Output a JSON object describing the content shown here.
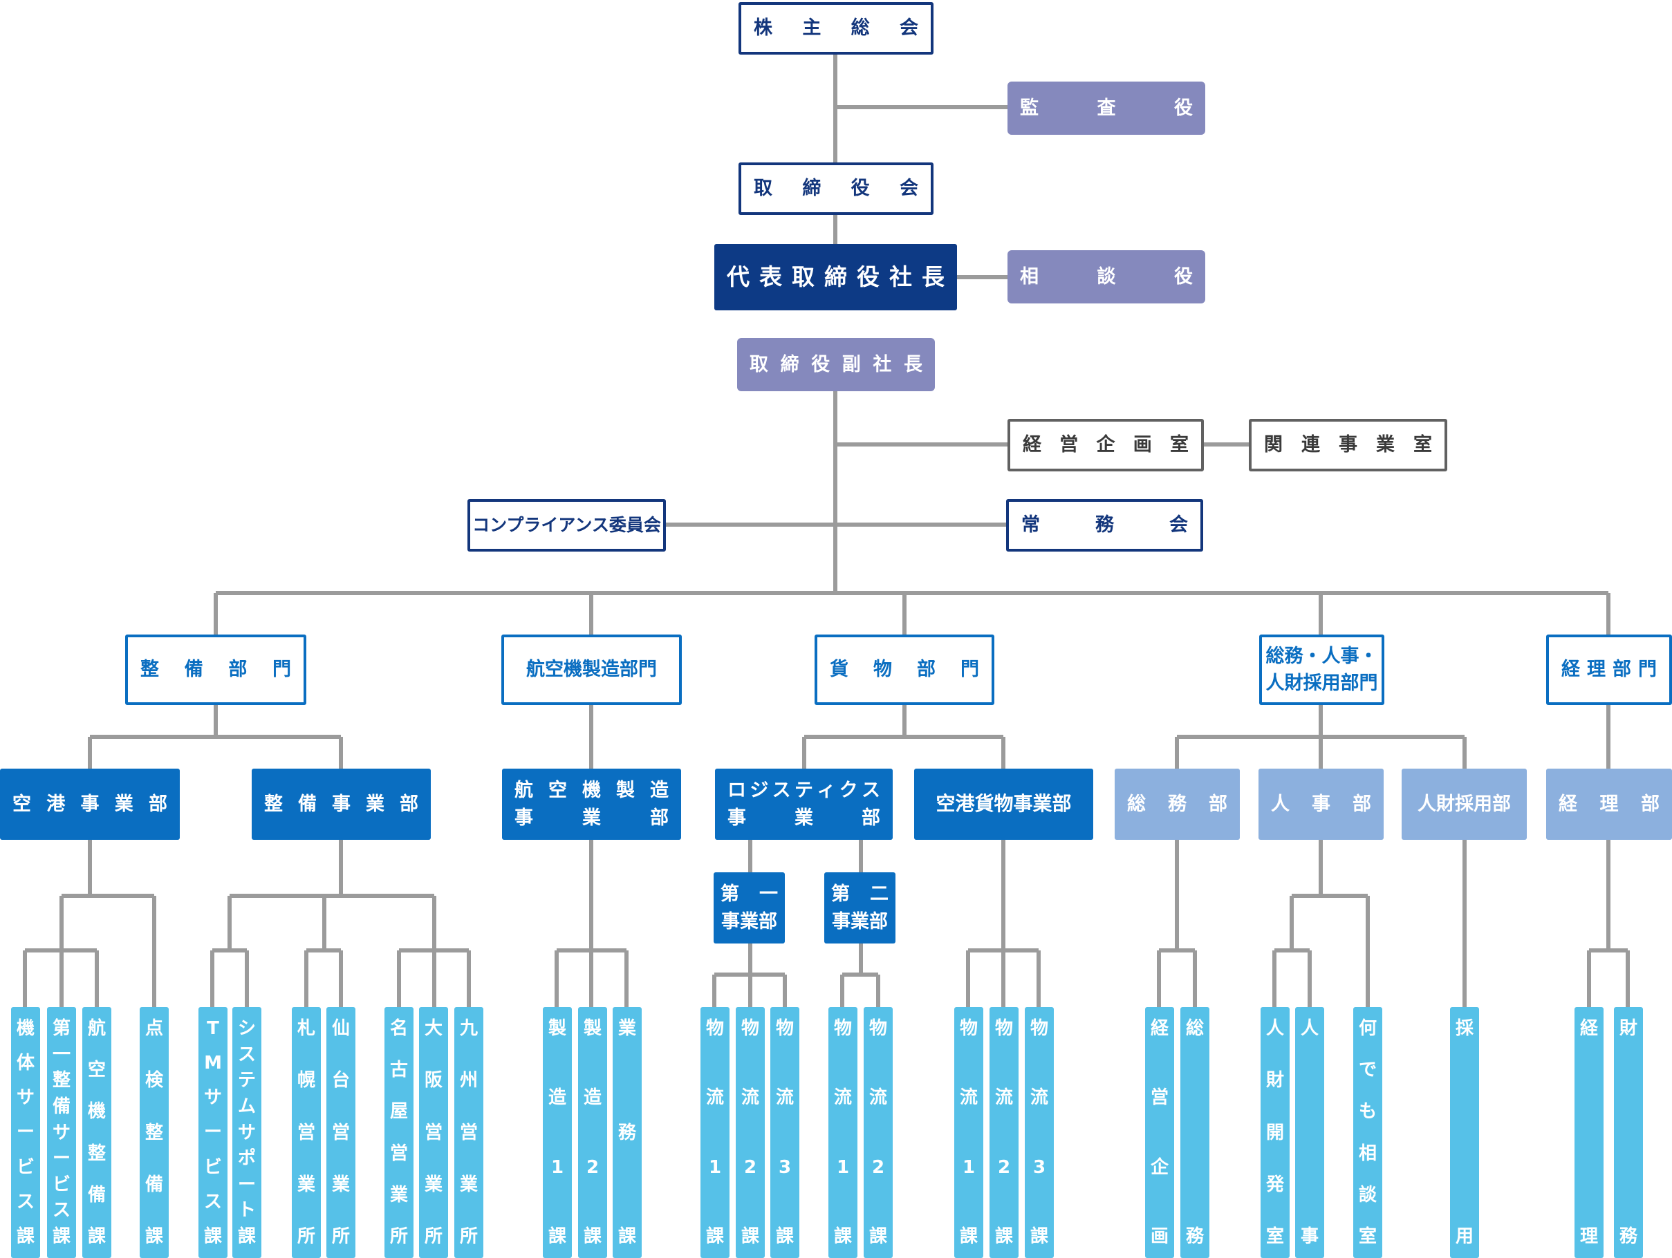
{
  "top": [
    {
      "id": "kabunushi",
      "label": "株主総会",
      "style": "o-navy",
      "chars": "株主総会"
    },
    {
      "id": "kansayaku",
      "label": "監査役",
      "style": "f-lav",
      "chars": "監査役"
    },
    {
      "id": "torishimariyakukai",
      "label": "取締役会",
      "style": "o-navy",
      "chars": "取締役会"
    },
    {
      "id": "shacho",
      "label": "代表取締役社長",
      "style": "f-navy",
      "chars": "代表取締役社長"
    },
    {
      "id": "sodanyaku",
      "label": "相談役",
      "style": "f-lav",
      "chars": "相談役"
    },
    {
      "id": "fukushacho",
      "label": "取締役副社長",
      "style": "f-lav",
      "chars": "取締役副社長"
    },
    {
      "id": "keiei_kikaku",
      "label": "経営企画室",
      "style": "o-gray",
      "chars": "経営企画室"
    },
    {
      "id": "kanren_jigyo",
      "label": "関連事業室",
      "style": "o-gray",
      "chars": "関連事業室"
    },
    {
      "id": "compliance",
      "label": "コンプライアンス委員会",
      "style": "o-navy",
      "chars": ""
    },
    {
      "id": "jomukai",
      "label": "常務会",
      "style": "o-navy",
      "chars": "常務会"
    }
  ],
  "divisions": [
    {
      "id": "seibi_bumon",
      "label": "整備部門",
      "chars": "整備部門"
    },
    {
      "id": "kokuki_bumon",
      "label": "航空機製造部門",
      "chars": ""
    },
    {
      "id": "kamotsu_bumon",
      "label": "貨物部門",
      "chars": "貨物部門"
    },
    {
      "id": "somu_bumon",
      "lines": [
        "総務・人事・",
        "人財採用部門"
      ]
    },
    {
      "id": "keiri_bumon",
      "label": "経理部門",
      "chars": "経理部門"
    }
  ],
  "departments": [
    {
      "id": "kuko_jigyobu",
      "label": "空港事業部",
      "style": "f-blue"
    },
    {
      "id": "seibi_jigyobu",
      "label": "整備事業部",
      "style": "f-blue"
    },
    {
      "id": "kokuki_jigyobu",
      "lines": [
        "航空機製造",
        "事業部"
      ],
      "style": "f-blue"
    },
    {
      "id": "logistics_jigyobu",
      "lines": [
        "ロジスティクス",
        "事業部"
      ],
      "style": "f-blue"
    },
    {
      "id": "kuko_kamotsu",
      "label": "空港貨物事業部",
      "style": "f-blue"
    },
    {
      "id": "somubu",
      "label": "総務部",
      "style": "f-lblue"
    },
    {
      "id": "jinjibu",
      "label": "人事部",
      "style": "f-lblue"
    },
    {
      "id": "jinzai_saiyobu",
      "label": "人財採用部",
      "style": "f-lblue"
    },
    {
      "id": "keiribu",
      "label": "経理部",
      "style": "f-lblue"
    }
  ],
  "sub_departments": [
    {
      "id": "daiichi",
      "lines": [
        "第　一",
        "事業部"
      ]
    },
    {
      "id": "daini",
      "lines": [
        "第　二",
        "事業部"
      ]
    }
  ],
  "sections": [
    "機体サービス課",
    "第一整備サービス課",
    "航空機整備課",
    "点検整備課",
    "TMサービス課",
    "システムサポート課",
    "札幌営業所",
    "仙台営業所",
    "名古屋営業所",
    "大阪営業所",
    "九州営業所",
    "製造1課",
    "製造2課",
    "業務課",
    "物流1課",
    "物流2課",
    "物流3課",
    "物流1課",
    "物流2課",
    "物流1課",
    "物流2課",
    "物流3課",
    "経営企画",
    "総務",
    "人財開発室",
    "人事",
    "何でも相談室",
    "採用",
    "経理",
    "財務"
  ]
}
